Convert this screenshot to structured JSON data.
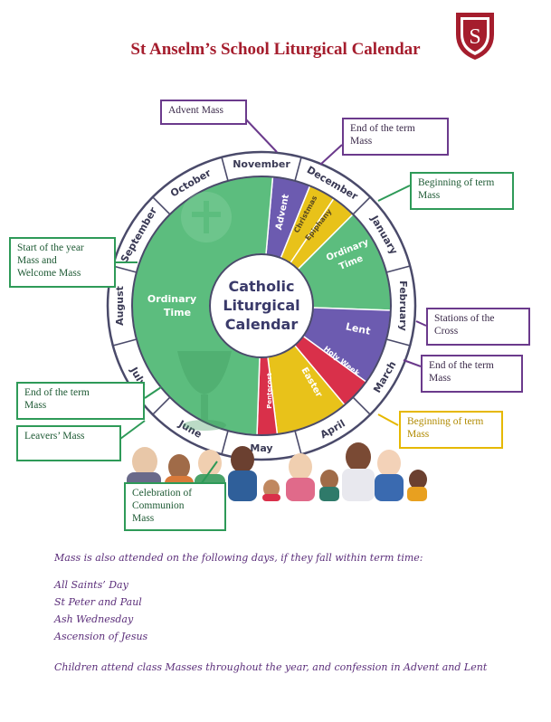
{
  "header": {
    "title": "St Anselm’s School Liturgical Calendar",
    "crest_letter": "S",
    "colors": {
      "title": "#a51d2d",
      "crest": "#a51d2d"
    }
  },
  "wheel": {
    "center_lines": [
      "Catholic",
      "Liturgical",
      "Calendar"
    ],
    "months": [
      "December",
      "January",
      "February",
      "March",
      "April",
      "May",
      "June",
      "July",
      "August",
      "September",
      "October",
      "November"
    ],
    "seasons": {
      "advent": "Advent",
      "christmas": "Christmas",
      "epiphany": "Epiphany",
      "ordinary_time_top": [
        "Ordinary",
        "Time"
      ],
      "lent": "Lent",
      "holy_week": "Holy Week",
      "easter": "Easter",
      "pentecost": "Pentecost",
      "ordinary_time_main": [
        "Ordinary",
        "Time"
      ]
    },
    "colors": {
      "purple": "#6c5bb0",
      "gold": "#e8c21a",
      "green": "#5cbd7e",
      "red": "#d9304a",
      "ring": "#ffffff",
      "ring_text": "#3a3a55"
    }
  },
  "callouts": [
    {
      "text": [
        "Advent Mass"
      ],
      "color": "purple"
    },
    {
      "text": [
        "End of the term",
        "Mass"
      ],
      "color": "purple"
    },
    {
      "text": [
        "Beginning of term",
        "Mass"
      ],
      "color": "green"
    },
    {
      "text": [
        "Start of the year",
        "Mass and",
        "Welcome Mass"
      ],
      "color": "green"
    },
    {
      "text": [
        "Stations of the",
        "Cross"
      ],
      "color": "purple"
    },
    {
      "text": [
        "End of the term",
        "Mass"
      ],
      "color": "purple"
    },
    {
      "text": [
        "End of the term",
        "Mass"
      ],
      "color": "green"
    },
    {
      "text": [
        "Beginning of term",
        "Mass"
      ],
      "color": "yellow"
    },
    {
      "text": [
        "Leavers’ Mass"
      ],
      "color": "green"
    },
    {
      "text": [
        "Celebration of",
        "Communion",
        "Mass"
      ],
      "color": "green"
    }
  ],
  "notes": {
    "intro": "Mass is also attended on the following days, if they fall within term time:",
    "days": [
      "All Saints’ Day",
      "St Peter and Paul",
      "Ash Wednesday",
      "Ascension of Jesus"
    ],
    "footer": "Children attend class Masses throughout the year, and confession in Advent and Lent"
  }
}
